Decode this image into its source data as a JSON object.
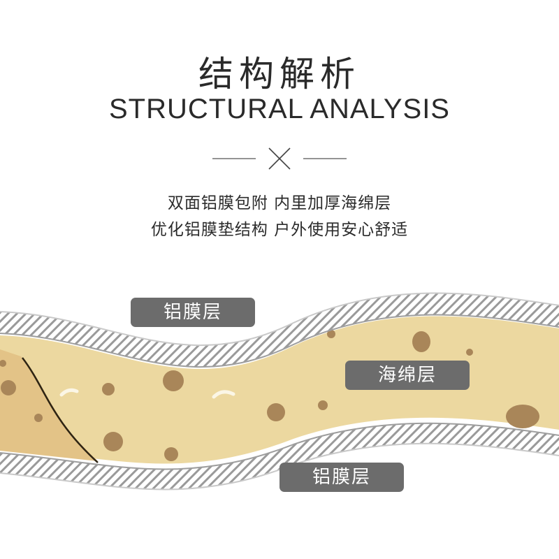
{
  "header": {
    "title_cn": "结构解析",
    "title_en": "STRUCTURAL ANALYSIS",
    "divider_icon": "x-cross-icon"
  },
  "description": {
    "line1": "双面铝膜包附 内里加厚海绵层",
    "line2": "优化铝膜垫结构 户外使用安心舒适"
  },
  "layers": {
    "top_label": "铝膜层",
    "middle_label": "海绵层",
    "bottom_label": "铝膜层"
  },
  "colors": {
    "sponge": "#ecd8a0",
    "sponge_spot": "#a98659",
    "foil_stripe": "#9a9a9a",
    "tag_bg": "#6c6c6c"
  }
}
